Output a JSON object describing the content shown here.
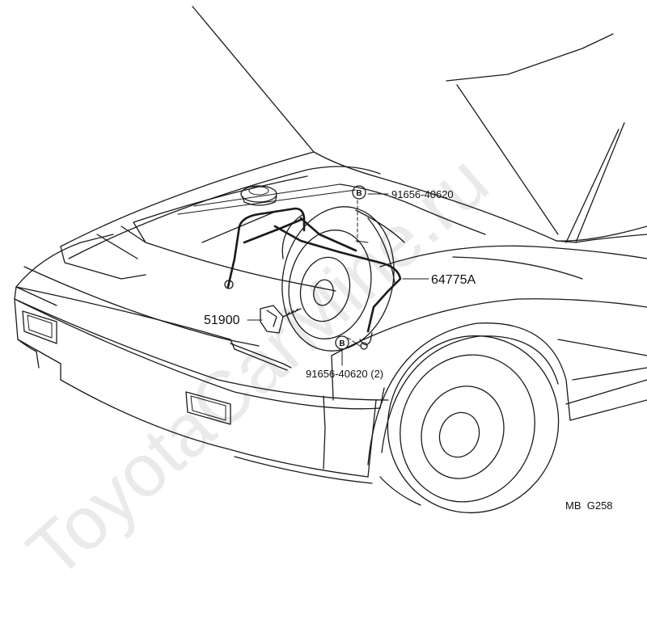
{
  "callouts": {
    "bolt_top": {
      "symbol": "B",
      "part_number": "91656-40620"
    },
    "rod": {
      "part_number": "64775A"
    },
    "clamp": {
      "part_number": "51900"
    },
    "bolt_bottom": {
      "symbol": "B",
      "part_number": "91656-40620 (2)"
    }
  },
  "figure_code": "MB  G258",
  "watermark": "ToyotaCarMine.ru"
}
